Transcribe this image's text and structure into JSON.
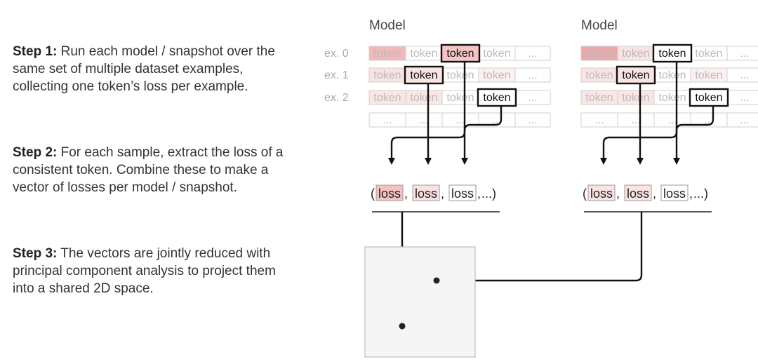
{
  "steps": [
    {
      "label": "Step 1:",
      "text": " Run each model / snapshot over the same set of multiple dataset examples, collecting one token’s loss per example."
    },
    {
      "label": "Step 2:",
      "text": " For each sample, extract the loss of a consistent token. Combine these to make a vector of losses per model / snapshot."
    },
    {
      "label": "Step 3:",
      "text": " The vectors are jointly reduced with principal component analysis to project them into a shared 2D space."
    }
  ],
  "models": [
    {
      "title": "Model",
      "rows": [
        {
          "label": "ex. 0",
          "cells": [
            {
              "text": "token",
              "fill": "#f3b8b8"
            },
            {
              "text": "token",
              "fill": "#ffffff"
            },
            {
              "text": "token",
              "fill": "#f5c4c4",
              "selected": true
            },
            {
              "text": "token",
              "fill": "#ffffff"
            },
            {
              "text": "...",
              "fill": "#ffffff"
            }
          ]
        },
        {
          "label": "ex. 1",
          "cells": [
            {
              "text": "token",
              "fill": "#fbe3e3"
            },
            {
              "text": "token",
              "fill": "#fbe3e3",
              "selected": true
            },
            {
              "text": "token",
              "fill": "#ffffff"
            },
            {
              "text": "token",
              "fill": "#fdf0f0"
            },
            {
              "text": "...",
              "fill": "#ffffff"
            }
          ]
        },
        {
          "label": "ex. 2",
          "cells": [
            {
              "text": "token",
              "fill": "#fbe6e6"
            },
            {
              "text": "token",
              "fill": "#fbe6e6"
            },
            {
              "text": "token",
              "fill": "#ffffff"
            },
            {
              "text": "token",
              "fill": "#ffffff",
              "selected": true
            },
            {
              "text": "...",
              "fill": "#ffffff"
            }
          ]
        },
        {
          "label": "",
          "cells": [
            {
              "text": "...",
              "fill": "#ffffff"
            },
            {
              "text": "...",
              "fill": "#ffffff"
            },
            {
              "text": "...",
              "fill": "#ffffff"
            },
            {
              "text": "...",
              "fill": "#ffffff"
            },
            {
              "text": "...",
              "fill": "#ffffff"
            }
          ]
        }
      ],
      "vector": [
        {
          "text": "loss",
          "fill": "#f5c2c2"
        },
        {
          "text": "loss",
          "fill": "#fbe1e1"
        },
        {
          "text": "loss",
          "fill": "#ffffff"
        }
      ],
      "vector_tail": "...)"
    },
    {
      "title": "Model",
      "rows": [
        {
          "label": "",
          "cells": [
            {
              "text": "token",
              "fill": "#e9a9a9"
            },
            {
              "text": "token",
              "fill": "#fbe3e3"
            },
            {
              "text": "token",
              "fill": "#ffffff",
              "selected": true
            },
            {
              "text": "token",
              "fill": "#ffffff"
            },
            {
              "text": "...",
              "fill": "#ffffff"
            }
          ]
        },
        {
          "label": "",
          "cells": [
            {
              "text": "token",
              "fill": "#fbe3e3"
            },
            {
              "text": "token",
              "fill": "#fbe3e3",
              "selected": true
            },
            {
              "text": "token",
              "fill": "#ffffff"
            },
            {
              "text": "token",
              "fill": "#fdf0f0"
            },
            {
              "text": "...",
              "fill": "#ffffff"
            }
          ]
        },
        {
          "label": "",
          "cells": [
            {
              "text": "token",
              "fill": "#fbe6e6"
            },
            {
              "text": "token",
              "fill": "#fbe6e6"
            },
            {
              "text": "token",
              "fill": "#ffffff"
            },
            {
              "text": "token",
              "fill": "#ffffff",
              "selected": true
            },
            {
              "text": "...",
              "fill": "#ffffff"
            }
          ]
        },
        {
          "label": "",
          "cells": [
            {
              "text": "...",
              "fill": "#ffffff"
            },
            {
              "text": "...",
              "fill": "#ffffff"
            },
            {
              "text": "...",
              "fill": "#ffffff"
            },
            {
              "text": "...",
              "fill": "#ffffff"
            },
            {
              "text": "...",
              "fill": "#ffffff"
            }
          ]
        }
      ],
      "vector": [
        {
          "text": "loss",
          "fill": "#fbe3e3"
        },
        {
          "text": "loss",
          "fill": "#fbe3e3"
        },
        {
          "text": "loss",
          "fill": "#ffffff"
        }
      ],
      "vector_tail": "...)"
    }
  ],
  "vector_punct": {
    "open": "(",
    "comma": ","
  },
  "colors": {
    "selected_border": "#111111",
    "cell_border": "#cfcfcf",
    "token_text_dim": "#bbbbbb",
    "token_text_selected": "#111111",
    "pca_box_fill": "#f5f5f5",
    "pca_box_border": "#bdbdbd"
  }
}
